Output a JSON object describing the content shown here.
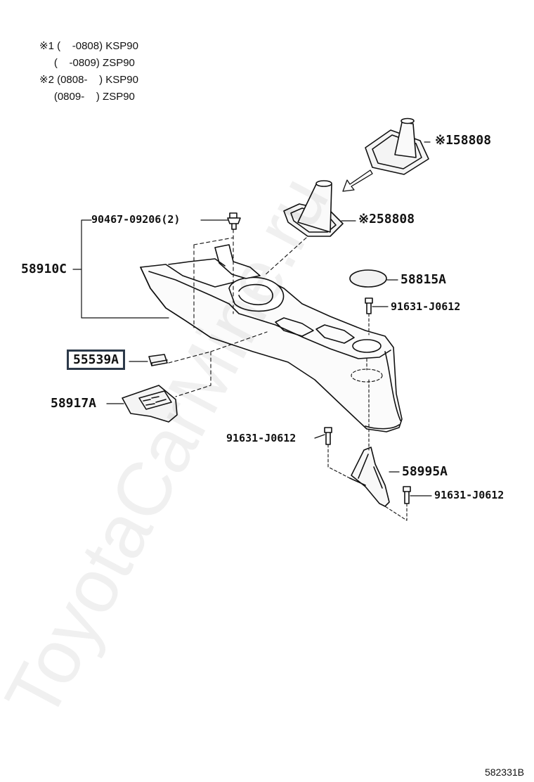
{
  "notes": [
    "※1 (    -0808) KSP90",
    "     (    -0809) ZSP90",
    "※2 (0808-    ) KSP90",
    "     (0809-    ) ZSP90"
  ],
  "labels": {
    "boot1": "※158808",
    "boot2": "※258808",
    "clip": "90467-09206(2)",
    "console": "58910C",
    "cap": "58815A",
    "bolt_top": "91631-J0612",
    "switch": "55539A",
    "panel": "58917A",
    "bolt_left": "91631-J0612",
    "bracket": "58995A",
    "bolt_right": "91631-J0612"
  },
  "highlight_color": "#2d3a4a",
  "watermark": "ToyotaCarMine.ru",
  "diagram_code": "582331B"
}
